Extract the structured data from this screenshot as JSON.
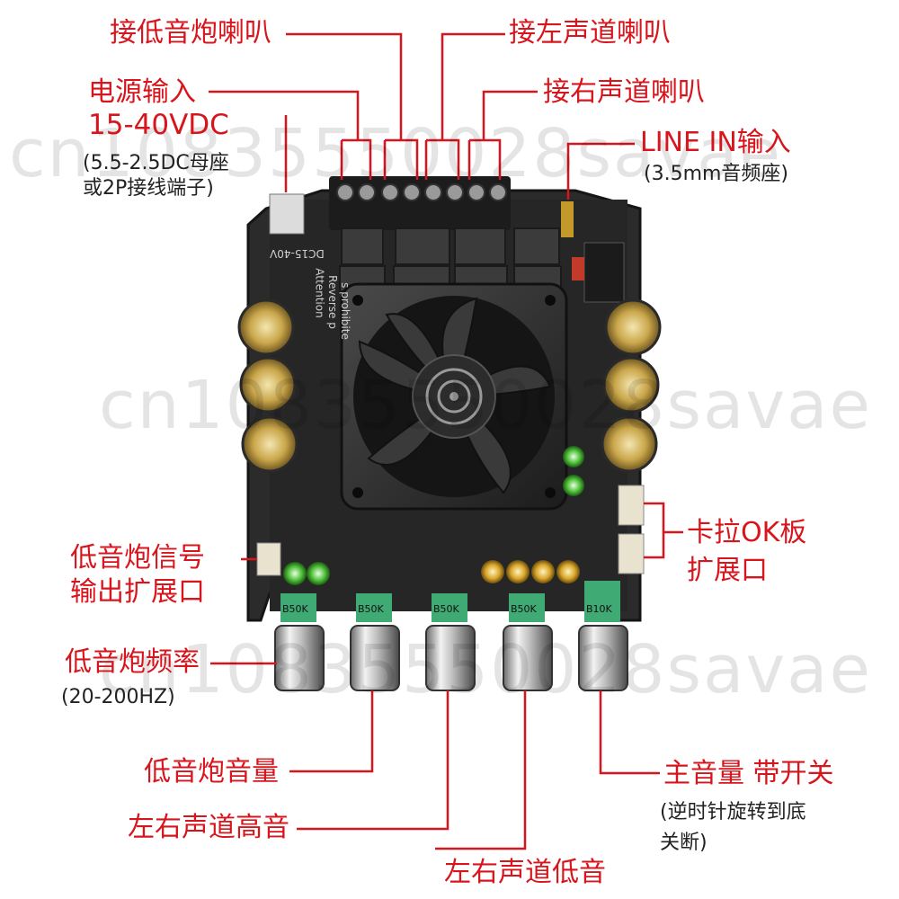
{
  "labels": {
    "subwoofer_speaker": "接低音炮喇叭",
    "left_speaker": "接左声道喇叭",
    "power_input": "电源输入",
    "power_voltage": "15-40VDC",
    "power_note_1": "(5.5-2.5DC母座",
    "power_note_2": "或2P接线端子)",
    "right_speaker": "接右声道喇叭",
    "line_in": "LINE IN输入",
    "line_in_note": "(3.5mm音频座)",
    "karaoke_1": "卡拉OK板",
    "karaoke_2": "扩展口",
    "sub_signal_1": "低音炮信号",
    "sub_signal_2": "输出扩展口",
    "sub_freq": "低音炮频率",
    "sub_freq_range": "(20-200HZ)",
    "sub_volume": "低音炮音量",
    "treble": "左右声道高音",
    "master_1": "主音量 带开关",
    "master_note_1": "(逆时针旋转到底",
    "master_note_2": "关断)",
    "bass": "左右声道低音"
  },
  "board_text": {
    "dc": "DC15-40V",
    "warning": "Attention",
    "warning_2": "Reverse p",
    "warning_3": "s prohibite",
    "knob_1": "B50K",
    "knob_2": "B50K",
    "knob_3": "B50K",
    "knob_4": "B50K",
    "knob_5": "B10K"
  },
  "watermark": {
    "line_1": "cn10835550028savae",
    "line_2": "cn10835550028savae",
    "line_3": "cn10835550028savae"
  },
  "colors": {
    "accent": "#d8141c",
    "pcb": "#2a2a2a"
  }
}
